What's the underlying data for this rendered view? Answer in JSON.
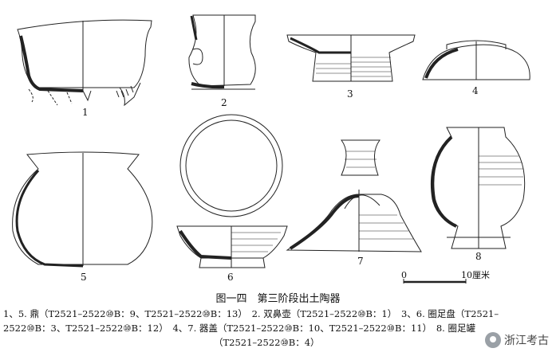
{
  "figure": {
    "labels": [
      "1",
      "2",
      "3",
      "4",
      "5",
      "6",
      "7",
      "8"
    ],
    "scale": {
      "zero": "0",
      "end": "10厘米"
    },
    "caption": "图一四　第三阶段出土陶器",
    "desc_lines": [
      "1、5. 鼎（T2521–2522⑩B：9、T2521–2522⑩B：13）　2. 双鼻壶（T2521–2522⑩B：1）　3、6. 圈足盘（T2521–",
      "2522⑩B：3、T2521–2522⑩B：12）　4、7. 器盖（T2521–2522⑩B：10、T2521–2522⑩B：11）　8. 圈足罐",
      "（T2521–2522⑩B：4）"
    ]
  },
  "watermark": {
    "text": "浙江考古",
    "icon": "wechat-icon"
  }
}
